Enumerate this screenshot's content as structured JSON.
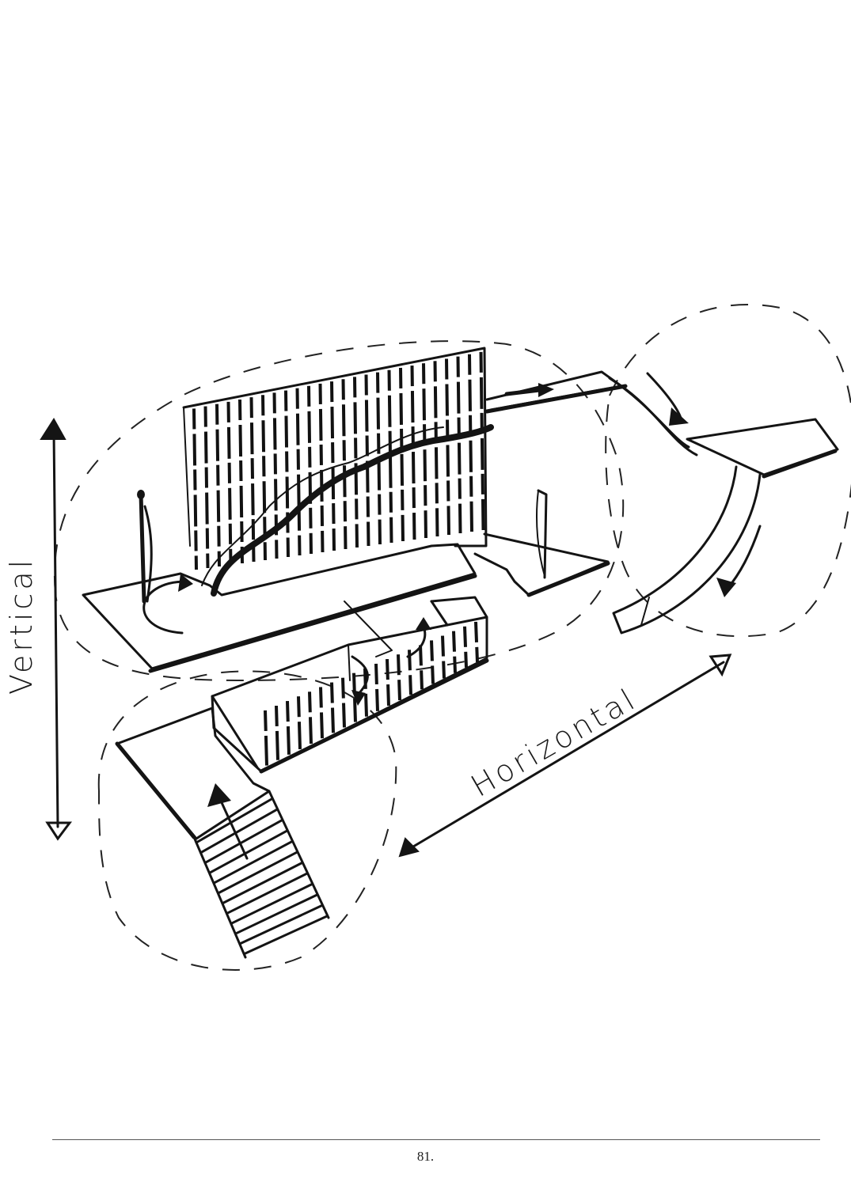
{
  "labels": {
    "vertical": "Vertical",
    "horizontal": "Horizontal"
  },
  "footer": {
    "page_number": "81."
  },
  "icons": {
    "vertical_axis": "double-headed-arrow-icon",
    "horizontal_axis": "double-headed-arrow-icon"
  },
  "colors": {
    "ink": "#141414",
    "paper": "#ffffff"
  }
}
